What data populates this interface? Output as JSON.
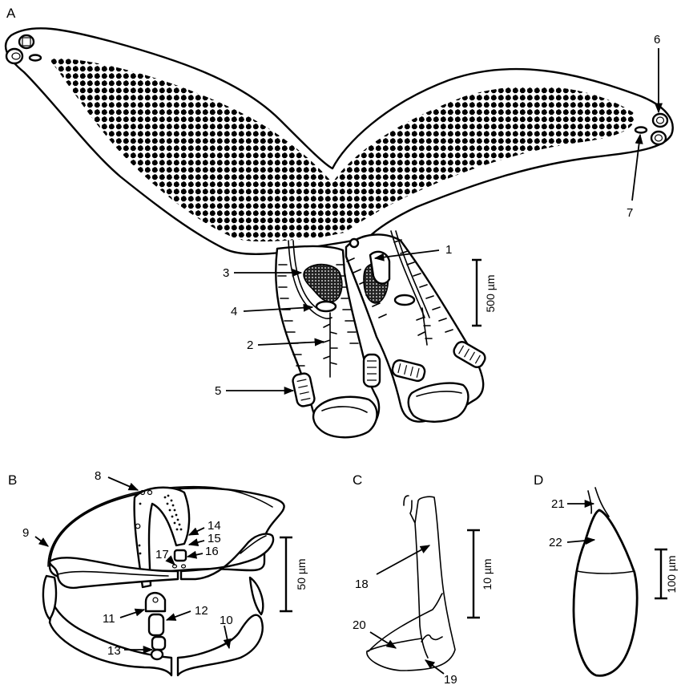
{
  "figure": {
    "panels": [
      {
        "id": "A",
        "label": "A",
        "scale_bar": "500 µm",
        "callouts": [
          "1",
          "2",
          "3",
          "4",
          "5",
          "6",
          "7"
        ]
      },
      {
        "id": "B",
        "label": "B",
        "scale_bar": "50 µm",
        "callouts": [
          "8",
          "9",
          "10",
          "11",
          "12",
          "13",
          "14",
          "15",
          "16",
          "17"
        ]
      },
      {
        "id": "C",
        "label": "C",
        "scale_bar": "10 µm",
        "callouts": [
          "18",
          "19",
          "20"
        ]
      },
      {
        "id": "D",
        "label": "D",
        "scale_bar": "100 µm",
        "callouts": [
          "21",
          "22"
        ]
      }
    ],
    "colors": {
      "ink": "#000000",
      "background": "#ffffff"
    }
  }
}
